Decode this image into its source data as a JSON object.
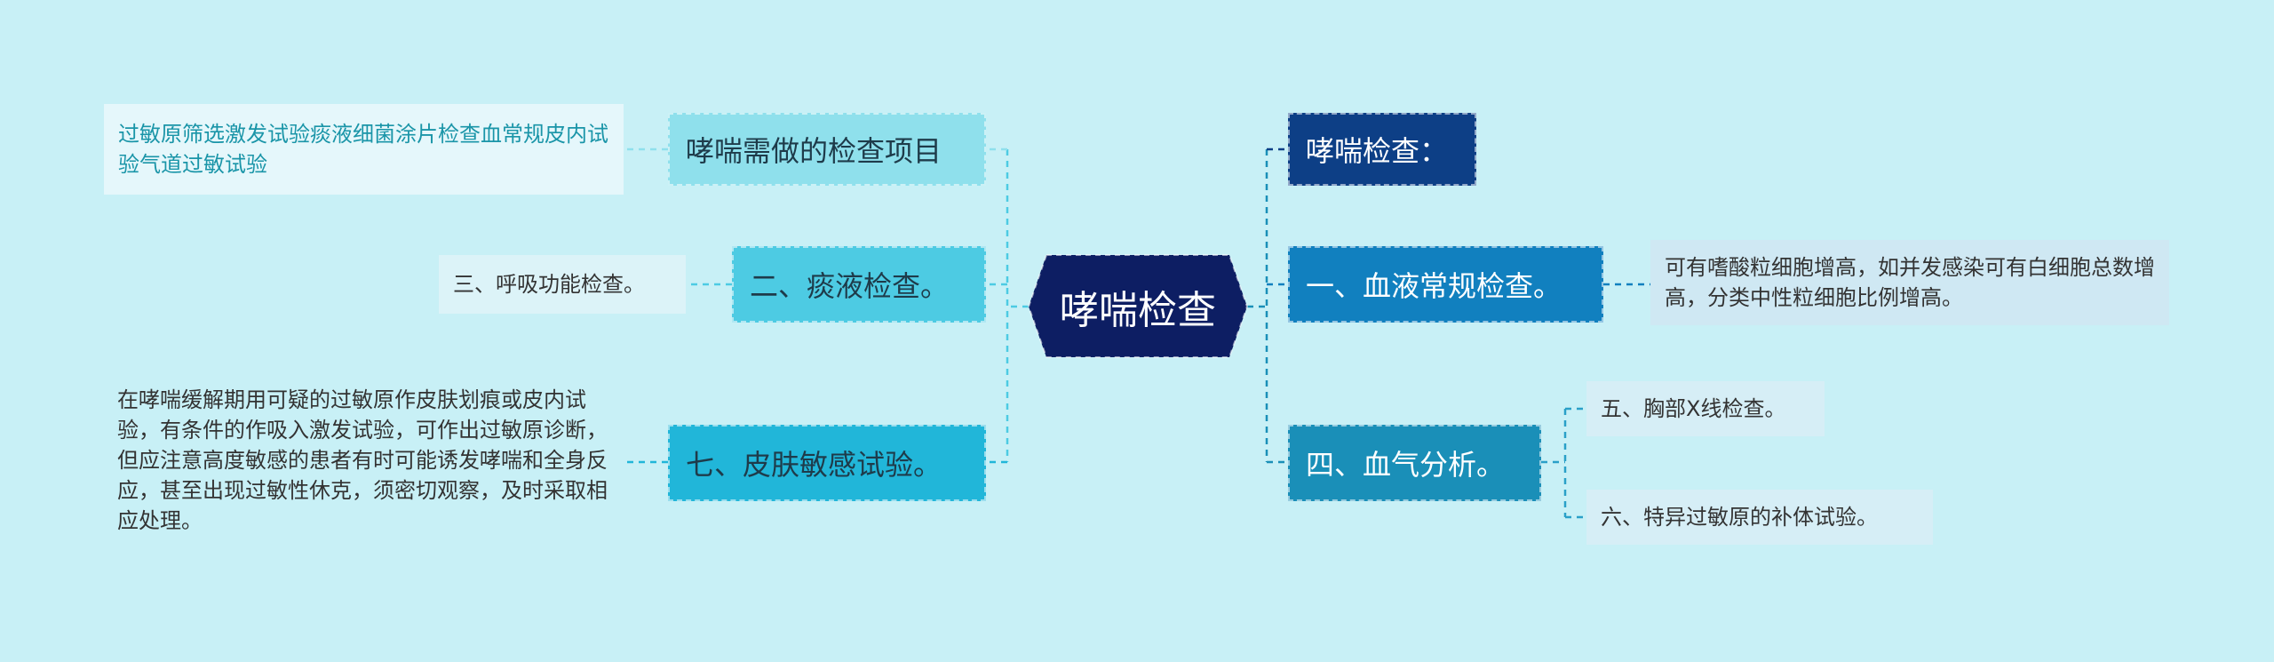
{
  "colors": {
    "background": "#c8f0f6",
    "root": "#0d1e63",
    "branch_dark": "#0d3f86",
    "branch_mid": "#1180bf",
    "branch_left_light": "#8fe0ec",
    "branch_left_mid": "#4dcbe3",
    "branch_left_strong": "#21b6d9",
    "leaf_bg": "#e5f7fb",
    "leaf_text_teal": "#1a95a8",
    "text_dark": "#333333"
  },
  "root": {
    "label": "哮喘检查"
  },
  "left": [
    {
      "label": "哮喘需做的检查项目",
      "detail": "过敏原筛选激发试验痰液细菌涂片检查血常规皮内试验气道过敏试验"
    },
    {
      "label": "二、痰液检查。",
      "detail": "三、呼吸功能检查。"
    },
    {
      "label": "七、皮肤敏感试验。",
      "detail": "在哮喘缓解期用可疑的过敏原作皮肤划痕或皮内试验，有条件的作吸入激发试验，可作出过敏原诊断，但应注意高度敏感的患者有时可能诱发哮喘和全身反应，甚至出现过敏性休克，须密切观察，及时采取相应处理。"
    }
  ],
  "right": [
    {
      "label": "哮喘检查："
    },
    {
      "label": "一、血液常规检查。",
      "detail": "可有嗜酸粒细胞增高，如并发感染可有白细胞总数增高，分类中性粒细胞比例增高。"
    },
    {
      "label": "四、血气分析。",
      "details": [
        "五、胸部X线检查。",
        "六、特异过敏原的补体试验。"
      ]
    }
  ]
}
